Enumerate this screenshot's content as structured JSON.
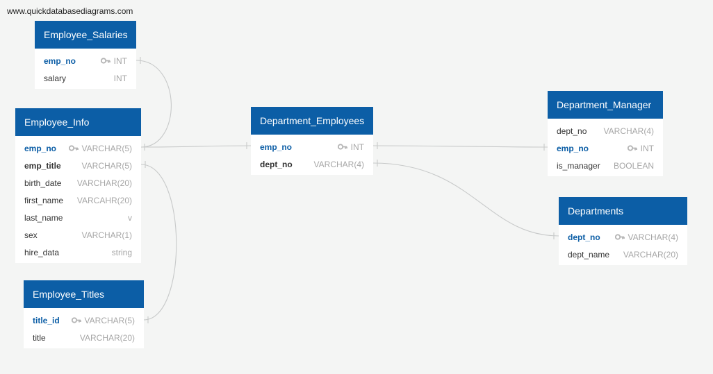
{
  "watermark": "www.quickdatabasediagrams.com",
  "colors": {
    "header": "#0c5ea6",
    "connector": "#c7c9c9",
    "background": "#f4f5f4"
  },
  "tables": {
    "employee_salaries": {
      "title": "Employee_Salaries",
      "fields": [
        {
          "name": "emp_no",
          "type": "INT",
          "pk": true
        },
        {
          "name": "salary",
          "type": "INT"
        }
      ]
    },
    "employee_info": {
      "title": "Employee_Info",
      "fields": [
        {
          "name": "emp_no",
          "type": "VARCHAR(5)",
          "pk": true
        },
        {
          "name": "emp_title",
          "type": "VARCHAR(5)",
          "fk": true
        },
        {
          "name": "birth_date",
          "type": "VARCHAR(20)"
        },
        {
          "name": "first_name",
          "type": "VARCAHR(20)"
        },
        {
          "name": "last_name",
          "type": "v"
        },
        {
          "name": "sex",
          "type": "VARCHAR(1)"
        },
        {
          "name": "hire_data",
          "type": "string"
        }
      ]
    },
    "employee_titles": {
      "title": "Employee_Titles",
      "fields": [
        {
          "name": "title_id",
          "type": "VARCHAR(5)",
          "pk": true
        },
        {
          "name": "title",
          "type": "VARCHAR(20)"
        }
      ]
    },
    "department_employees": {
      "title": "Department_Employees",
      "fields": [
        {
          "name": "emp_no",
          "type": "INT",
          "pk": true
        },
        {
          "name": "dept_no",
          "type": "VARCHAR(4)",
          "fk": true
        }
      ]
    },
    "department_manager": {
      "title": "Department_Manager",
      "fields": [
        {
          "name": "dept_no",
          "type": "VARCHAR(4)"
        },
        {
          "name": "emp_no",
          "type": "INT",
          "pk": true
        },
        {
          "name": "is_manager",
          "type": "BOOLEAN"
        }
      ]
    },
    "departments": {
      "title": "Departments",
      "fields": [
        {
          "name": "dept_no",
          "type": "VARCHAR(4)",
          "pk": true
        },
        {
          "name": "dept_name",
          "type": "VARCHAR(20)"
        }
      ]
    }
  }
}
